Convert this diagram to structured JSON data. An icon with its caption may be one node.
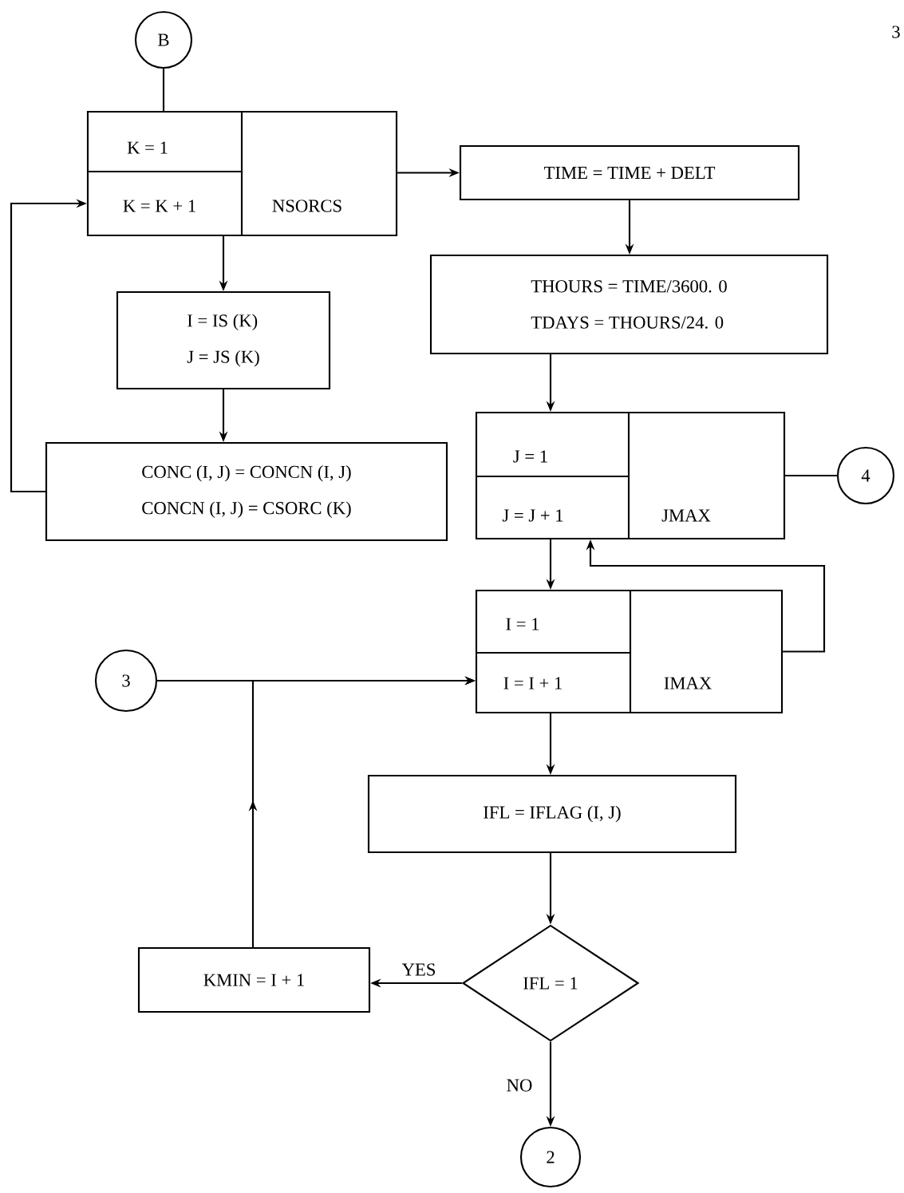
{
  "diagram": {
    "nodes": [
      {
        "text": [
          "B"
        ]
      },
      {
        "text": [
          "K = 1",
          "K = K + 1",
          "NSORCS"
        ]
      },
      {
        "text": [
          "TIME = TIME + DELT"
        ]
      },
      {
        "text": [
          "I = IS (K)",
          "J = JS (K)"
        ]
      },
      {
        "text": [
          "THOURS = TIME/3600. 0",
          "TDAYS = THOURS/24. 0"
        ]
      },
      {
        "text": [
          "CONC (I, J) = CONCN (I, J)",
          "CONCN (I, J) = CSORC (K)"
        ]
      },
      {
        "text": [
          "J = 1",
          "J = J + 1",
          "JMAX"
        ]
      },
      {
        "text": [
          "4"
        ]
      },
      {
        "text": [
          "3"
        ]
      },
      {
        "text": [
          "I = 1",
          "I = I + 1",
          "IMAX"
        ]
      },
      {
        "text": [
          "IFL = IFLAG (I, J)"
        ]
      },
      {
        "text": [
          "IFL = 1"
        ]
      },
      {
        "text": [
          "KMIN = I + 1"
        ]
      },
      {
        "text": [
          "2"
        ]
      }
    ],
    "edges": [
      {
        "from": 0,
        "to": 1,
        "arrow": "none"
      },
      {
        "from": 1,
        "to": 2,
        "arrow": "to"
      },
      {
        "from": 1,
        "to": 3,
        "arrow": "to"
      },
      {
        "from": 3,
        "to": 5,
        "arrow": "to"
      },
      {
        "from": 5,
        "to": 1,
        "arrow": "to"
      },
      {
        "from": 2,
        "to": 4,
        "arrow": "to"
      },
      {
        "from": 4,
        "to": 6,
        "arrow": "to"
      },
      {
        "from": 6,
        "to": 7,
        "arrow": "none"
      },
      {
        "from": 6,
        "to": 9,
        "arrow": "to"
      },
      {
        "from": 9,
        "to": 6,
        "arrow": "to"
      },
      {
        "from": 8,
        "to": 9,
        "arrow": "to"
      },
      {
        "from": 12,
        "to": 9,
        "arrow": "to"
      },
      {
        "from": 9,
        "to": 10,
        "arrow": "to"
      },
      {
        "from": 10,
        "to": 11,
        "arrow": "to"
      },
      {
        "from": 11,
        "to": 12,
        "arrow": "to",
        "label": "YES"
      },
      {
        "from": 11,
        "to": 13,
        "arrow": "to",
        "label": "NO"
      }
    ],
    "labels": [
      "3"
    ]
  }
}
